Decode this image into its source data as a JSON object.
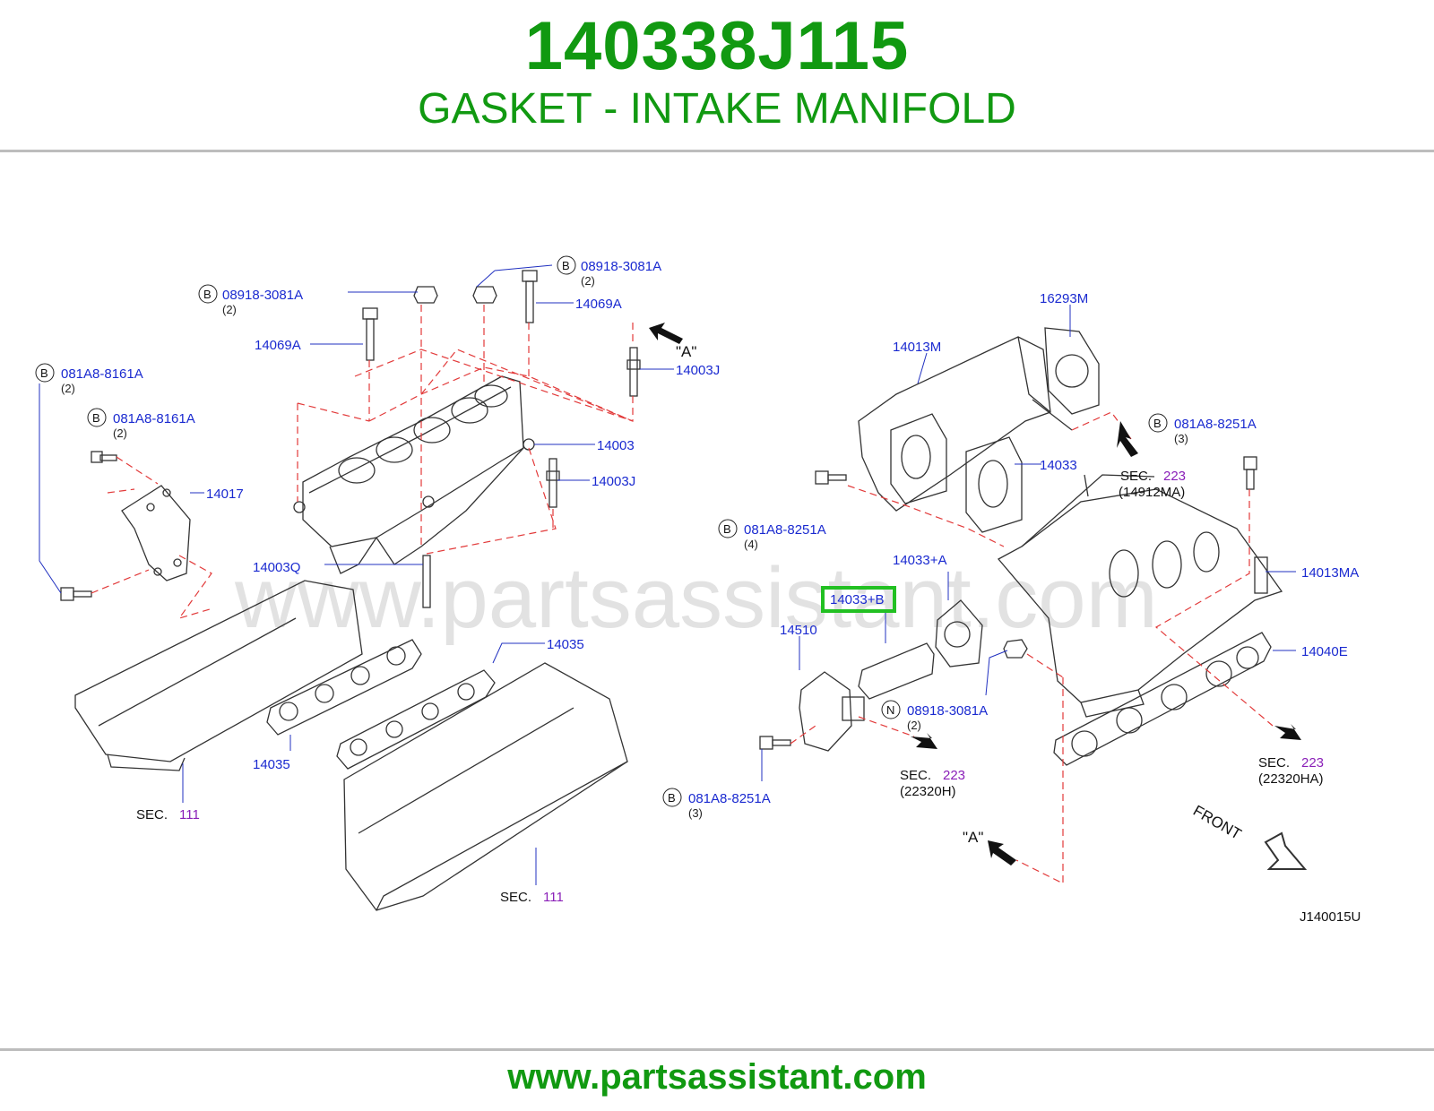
{
  "header": {
    "part_number": "140338J115",
    "part_name": "GASKET - INTAKE MANIFOLD"
  },
  "footer": {
    "url": "www.partsassistant.com"
  },
  "diagram": {
    "watermark": "www.partsassistant.com",
    "ref_code": "J140015U",
    "front_label": "FRONT",
    "view_a": "\"A\"",
    "sec_word": "SEC.",
    "sec_111": "111",
    "sec_223": "223",
    "highlight_color": "#22c022",
    "labels": {
      "p08918_left": "08918-3081A",
      "p08918_left_qty": "(2)",
      "p08918_right": "08918-3081A",
      "p08918_right_qty": "(2)",
      "p14069A_top": "14069A",
      "p14069A_left": "14069A",
      "p081A8_8161A_1": "081A8-8161A",
      "p081A8_8161A_1_qty": "(2)",
      "p081A8_8161A_2": "081A8-8161A",
      "p081A8_8161A_2_qty": "(2)",
      "p14003J_top": "14003J",
      "p14003": "14003",
      "p14003J_mid": "14003J",
      "p14017": "14017",
      "p14003Q": "14003Q",
      "p14035_right": "14035",
      "p14035_left": "14035",
      "p16293M": "16293M",
      "p14013M": "14013M",
      "p081A8_8251A_top": "081A8-8251A",
      "p081A8_8251A_top_qty": "(3)",
      "sec223_a_ref": "(14912MA)",
      "p14033": "14033",
      "p081A8_8251A_mid": "081A8-8251A",
      "p081A8_8251A_mid_qty": "(4)",
      "p14033A": "14033+A",
      "p14013MA": "14013MA",
      "p14033B": "14033+B",
      "p14510": "14510",
      "p14040E": "14040E",
      "p08918_N": "08918-3081A",
      "p08918_N_qty": "(2)",
      "sec223_b_ref": "(22320H)",
      "sec223_c_ref": "(22320HA)",
      "p081A8_8251A_bot": "081A8-8251A",
      "p081A8_8251A_bot_qty": "(3)",
      "letter_b": "B",
      "letter_n": "N"
    }
  }
}
